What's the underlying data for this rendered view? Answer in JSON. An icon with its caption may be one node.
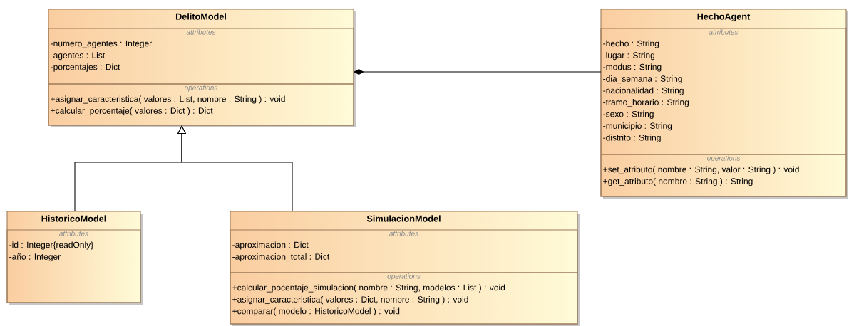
{
  "diagram": {
    "nodes": [
      {
        "text": [
          "DelitoModel"
        ]
      },
      {
        "text": [
          "attributes",
          "-numero_agentes : Integer",
          "-agentes : List",
          "-porcentajes : Dict"
        ],
        "in": 0
      },
      {
        "text": [
          "operations",
          "+asignar_caracteristica( valores : List, nombre : String ) : void",
          "+calcular_porcentaje( valores : Dict ) : Dict"
        ],
        "in": 0
      },
      {
        "text": [
          "HechoAgent"
        ]
      },
      {
        "text": [
          "attributes",
          "-hecho : String",
          "-lugar : String",
          "-modus : String",
          "-dia_semana : String",
          "-nacionalidad : String",
          "-tramo_horario : String",
          "-sexo : String",
          "-municipio : String",
          "-distrito : String"
        ],
        "in": 3
      },
      {
        "text": [
          "operations",
          "+set_atributo( nombre : String, valor : String ) : void",
          "+get_atributo( nombre : String ) : String"
        ],
        "in": 3
      },
      {
        "text": [
          "HistoricoModel"
        ]
      },
      {
        "text": [
          "attributes",
          "-id : Integer{readOnly}",
          "-año : Integer"
        ],
        "in": 6
      },
      {
        "text": [
          "SimulacionModel"
        ]
      },
      {
        "text": [
          "attributes",
          "-aproximacion : Dict",
          "-aproximacion_total : Dict"
        ],
        "in": 8
      },
      {
        "text": [
          "operations",
          "+calcular_pocentaje_simulacion( nombre : String, modelos : List ) : void",
          "+asignar_caracteristica( valores : Dict, nombre : String ) : void",
          "+comparar( modelo : HistoricoModel ) : void"
        ],
        "in": 8
      }
    ],
    "edges": [
      {
        "from": 3,
        "to": 0,
        "arrow": "other"
      },
      {
        "from": 6,
        "to": 0,
        "arrow": "to"
      },
      {
        "from": 8,
        "to": 0,
        "arrow": "to"
      }
    ]
  }
}
